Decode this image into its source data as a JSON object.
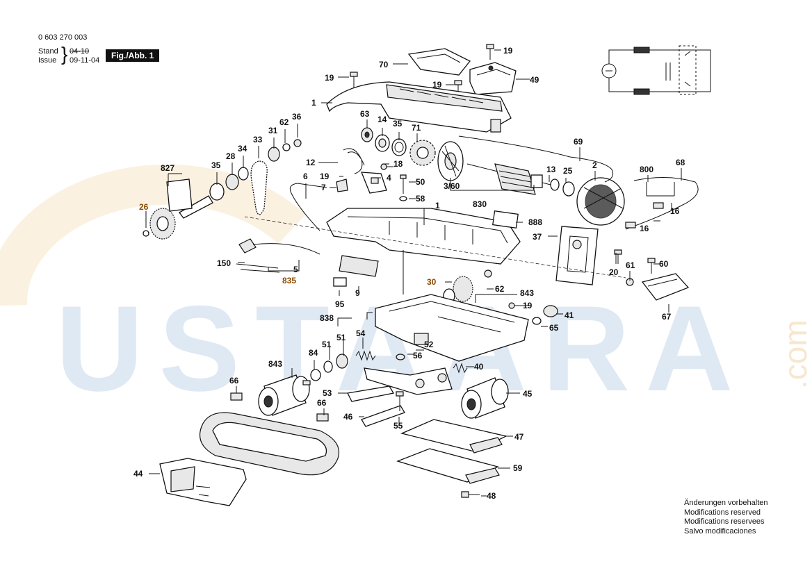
{
  "header": {
    "part_number": "0 603 270 003",
    "stand_label": "Stand",
    "stand_date": "04-10",
    "issue_label": "Issue",
    "issue_date": "09-11-04",
    "figure": "Fig./Abb. 1"
  },
  "watermark": {
    "text": "USTAARA",
    "suffix": ".com",
    "color": "#2d6fb0",
    "accent": "#e0a040"
  },
  "notes": [
    "Änderungen vorbehalten",
    "Modifications reserved",
    "Modifications reservees",
    "Salvo modificaciones"
  ],
  "parts": {
    "p70": "70",
    "p19a": "19",
    "p49": "49",
    "p19b": "19",
    "p19c": "19",
    "p1a": "1",
    "p63": "63",
    "p14": "14",
    "p35a": "35",
    "p71": "71",
    "p36": "36",
    "p62a": "62",
    "p31": "31",
    "p33": "33",
    "p34": "34",
    "p28": "28",
    "p35b": "35",
    "p827": "827",
    "p26": "26",
    "p69": "69",
    "p2": "2",
    "p68": "68",
    "p800": "800",
    "p16a": "16",
    "p16b": "16",
    "p12": "12",
    "p18": "18",
    "p19d": "19",
    "p4": "4",
    "p50": "50",
    "p6": "6",
    "p7": "7",
    "p58": "58",
    "p360": "3/60",
    "p830": "830",
    "p13": "13",
    "p25": "25",
    "p1b": "1",
    "p888": "888",
    "p37": "37",
    "p20": "20",
    "p61": "61",
    "p60": "60",
    "p150": "150",
    "p5": "5",
    "p835": "835",
    "p95": "95",
    "p9": "9",
    "p30": "30",
    "p62b": "62",
    "p843a": "843",
    "p67": "67",
    "p19e": "19",
    "p41": "41",
    "p65": "65",
    "p838": "838",
    "p54": "54",
    "p51a": "51",
    "p51b": "51",
    "p52": "52",
    "p84": "84",
    "p843b": "843",
    "p56": "56",
    "p40": "40",
    "p66a": "66",
    "p53": "53",
    "p45": "45",
    "p66b": "66",
    "p46": "46",
    "p55": "55",
    "p47": "47",
    "p44": "44",
    "p59": "59",
    "p48": "48"
  },
  "colors": {
    "ink": "#111111",
    "highlight": "#8a4a00"
  }
}
